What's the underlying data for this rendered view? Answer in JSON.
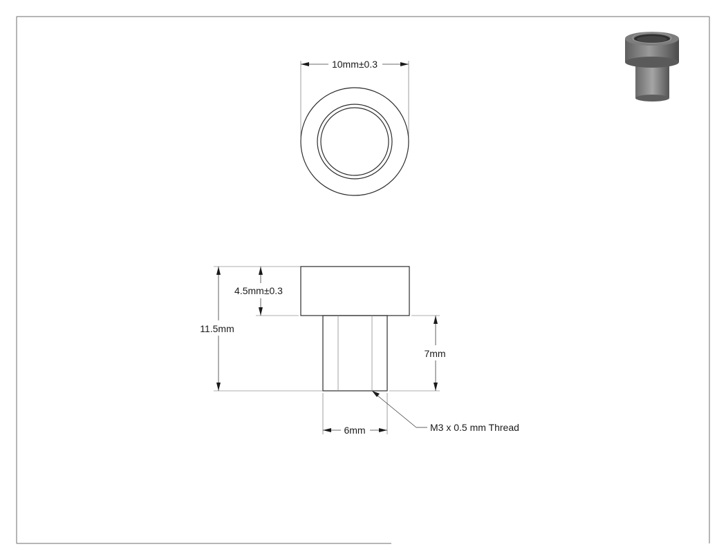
{
  "drawing": {
    "dimensions": {
      "outer_diameter": "10mm±0.3",
      "head_height": "4.5mm±0.3",
      "total_height": "11.5mm",
      "shank_length": "7mm",
      "shank_diameter": "6mm"
    },
    "callouts": {
      "thread": "M3 x 0.5 mm Thread"
    }
  }
}
